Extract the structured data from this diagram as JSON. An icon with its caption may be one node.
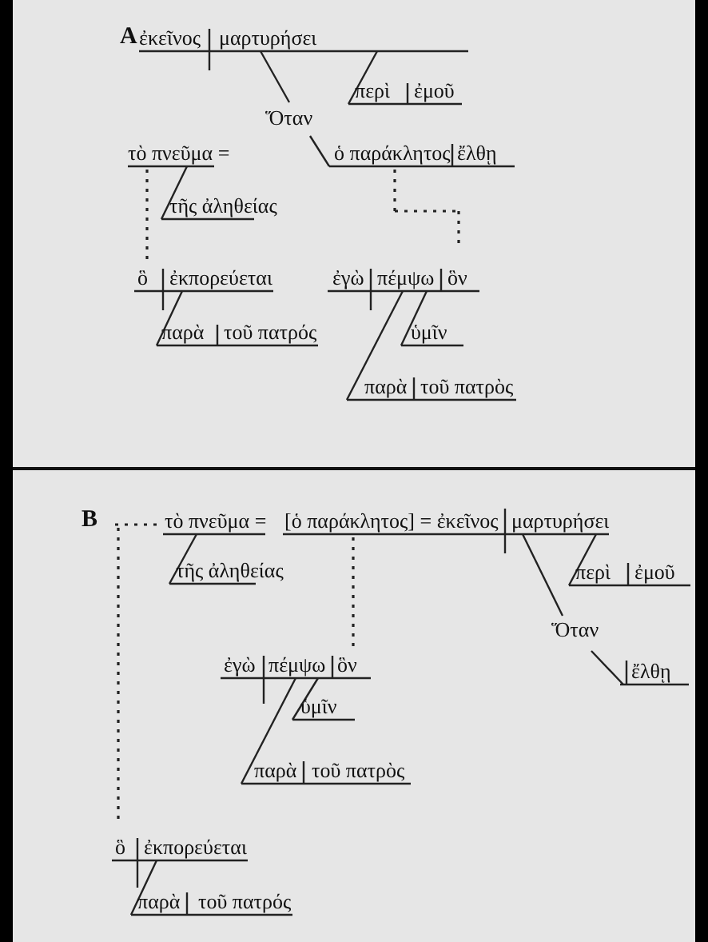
{
  "diagram": {
    "labels": [
      "A",
      "ἐκεῖνος",
      "μαρτυρήσει",
      "περὶ",
      "ἐμοῦ",
      "Ὅταν",
      "τὸ πνεῦμα =",
      "ὁ παράκλητος",
      "ἔλθῃ",
      "τῆς ἀληθείας",
      "ὃ",
      "ἐκπορεύεται",
      "ἐγὼ",
      "πέμψω",
      "ὃν",
      "παρὰ",
      "τοῦ πατρός",
      "ὑμῖν",
      "παρὰ",
      "τοῦ πατρὸς",
      "B",
      "τὸ πνεῦμα =",
      "[ὁ παράκλητος] = ἐκεῖνος",
      "μαρτυρήσει",
      "τῆς ἀληθείας",
      "περὶ",
      "ἐμοῦ",
      "Ὅταν",
      "ἐγὼ",
      "πέμψω",
      "ὃν",
      "ἔλθῃ",
      "ὑμῖν",
      "παρὰ",
      "τοῦ πατρὸς",
      "ὃ",
      "ἐκπορεύεται",
      "παρὰ",
      "τοῦ πατρός"
    ]
  }
}
